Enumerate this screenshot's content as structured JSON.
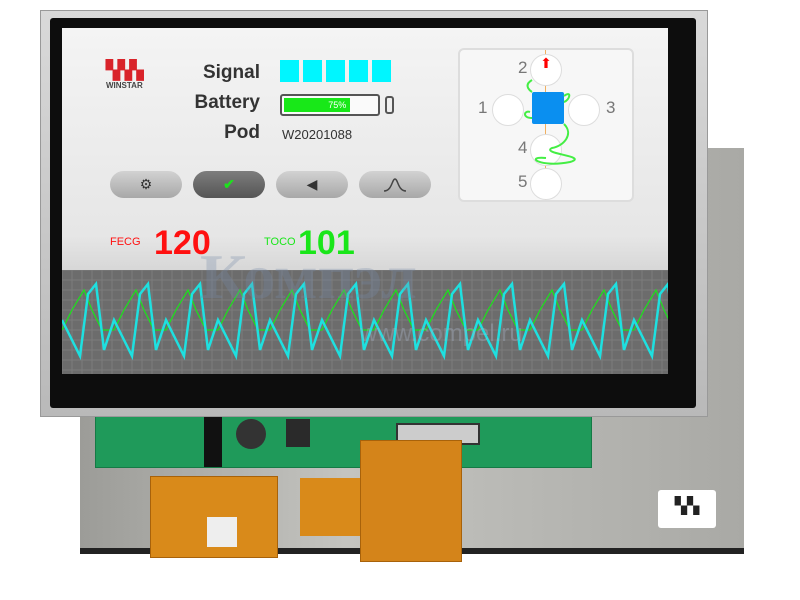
{
  "brand": "WINSTAR",
  "labels": {
    "signal": "Signal",
    "battery": "Battery",
    "pod": "Pod"
  },
  "signal_bars": 5,
  "battery": {
    "percent": 75,
    "text": "75%"
  },
  "pod_id": "W20201088",
  "buttons": [
    {
      "icon": "gear-icon"
    },
    {
      "icon": "check-icon"
    },
    {
      "icon": "speaker-icon"
    },
    {
      "icon": "curve-icon"
    }
  ],
  "readings": {
    "fecg_label": "FECG",
    "fecg_value": "120",
    "toco_label": "TOCO",
    "toco_value": "101"
  },
  "pod_positions": [
    "1",
    "2",
    "3",
    "4",
    "5"
  ],
  "colors": {
    "signal": "#00f6ff",
    "battery": "#18e818",
    "fecg": "#ff1010",
    "toco": "#19e619",
    "wave": "#1ee0e0",
    "pod_box": "#0a8ff0"
  },
  "watermark": {
    "name": "Компэл",
    "url": "www.compel.ru"
  }
}
